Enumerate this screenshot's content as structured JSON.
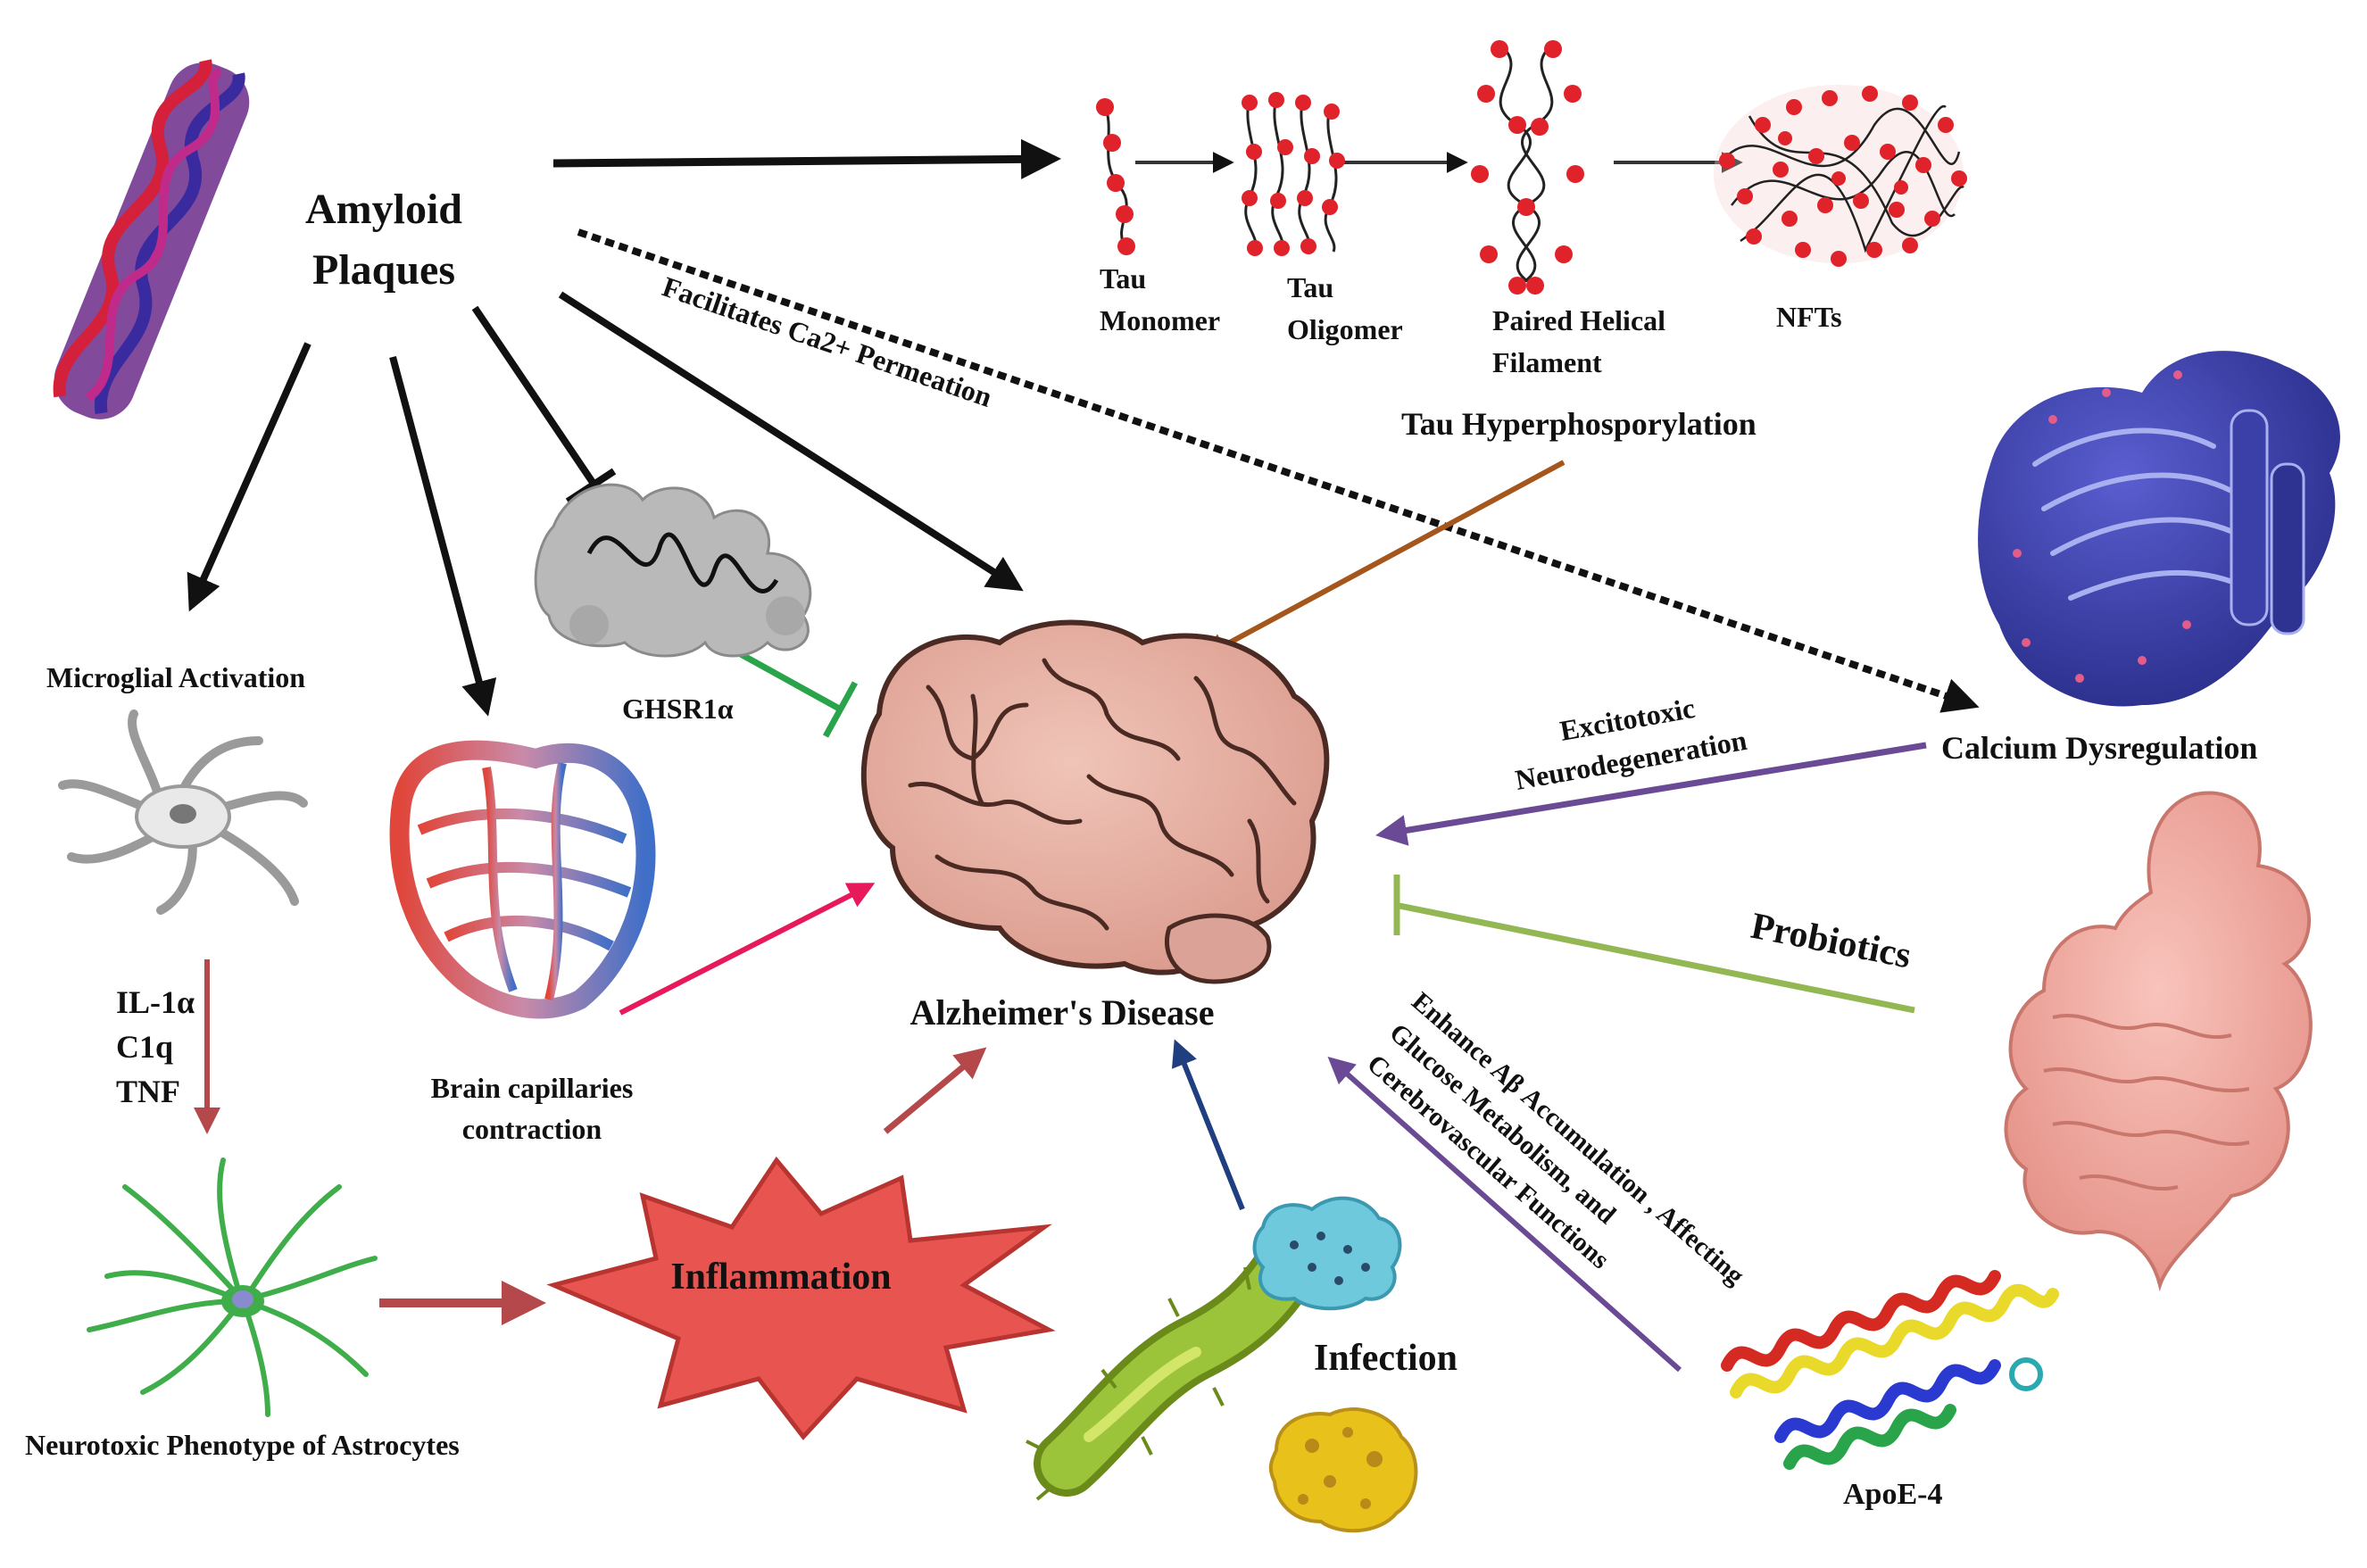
{
  "labels": {
    "amyloid_line1": "Amyloid",
    "amyloid_line2": "Plaques",
    "tau_monomer_1": "Tau",
    "tau_monomer_2": "Monomer",
    "tau_oligomer_1": "Tau",
    "tau_oligomer_2": "Oligomer",
    "phf_1": "Paired Helical",
    "phf_2": "Filament",
    "nfts": "NFTs",
    "tau_hyper": "Tau  Hyperphosporylation",
    "ca_permeation": "Facilitates Ca2+ Permeation",
    "ghsr": "GHSR1α",
    "microglial": "Microglial Activation",
    "il1": "IL-1α",
    "c1q": "C1q",
    "tnf": "TNF",
    "astrocytes": "Neurotoxic Phenotype of Astrocytes",
    "capillaries_1": "Brain capillaries",
    "capillaries_2": "contraction",
    "inflammation": "Inflammation",
    "alzheimers": "Alzheimer's  Disease",
    "calcium": "Calcium Dysregulation",
    "excito_1": "Excitotoxic",
    "excito_2": "Neurodegeneration",
    "probiotics": "Probiotics",
    "apoe_1": "Enhance Aβ Accumulation , Affecting",
    "apoe_2": "Glucose Metabolism, and",
    "apoe_3": "Cerebrovascular Functions",
    "infection": "Infection",
    "apoe4": "ApoE-4"
  },
  "colors": {
    "black_arrow": "#111111",
    "brown_arrow": "#a5561c",
    "green_inhibit": "#2aa44a",
    "pink_arrow": "#e8195a",
    "red_arrow": "#b5484a",
    "navy_arrow": "#1f3f80",
    "purple_arrow": "#6a4a94",
    "lime_inhibit": "#93b752",
    "tau_bead": "#e0222a",
    "brain": "#e8b4a6",
    "inflammation_star": "#e85450",
    "er_blue": "#3b3fa8",
    "gut": "#f2a8a0"
  },
  "icons": [
    "amyloid-fibril-icon",
    "tau-monomer-icon",
    "tau-oligomer-icon",
    "paired-helical-filament-icon",
    "nft-tangle-icon",
    "ghsr-protein-icon",
    "microglia-cell-icon",
    "astrocyte-cell-icon",
    "capillary-network-icon",
    "brain-icon",
    "inflammation-star-icon",
    "endoplasmic-reticulum-icon",
    "gut-icon",
    "apoe4-helix-icon",
    "bacterium-icon",
    "virus-blue-icon",
    "virus-yellow-icon"
  ]
}
